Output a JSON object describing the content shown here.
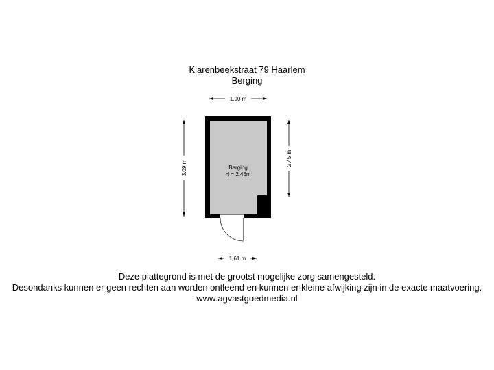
{
  "header": {
    "address": "Klarenbeekstraat 79 Haarlem",
    "floor": "Berging"
  },
  "plan": {
    "room": {
      "name": "Berging",
      "height_label": "H = 2.46m"
    },
    "dimensions": {
      "top": "1.90 m",
      "left": "3.09 m",
      "right": "2.45 m",
      "bottom": "1.61 m"
    },
    "colors": {
      "wall": "#000000",
      "floor": "#c8c8c8",
      "dimension_line": "#000000"
    }
  },
  "footer": {
    "line1": "Deze plattegrond is met de grootst mogelijke zorg samengesteld.",
    "line2": "Desondanks kunnen er geen rechten aan worden ontleend en kunnen er kleine afwijking zijn in de exacte maatvoering.",
    "line3": "www.agvastgoedmedia.nl"
  }
}
